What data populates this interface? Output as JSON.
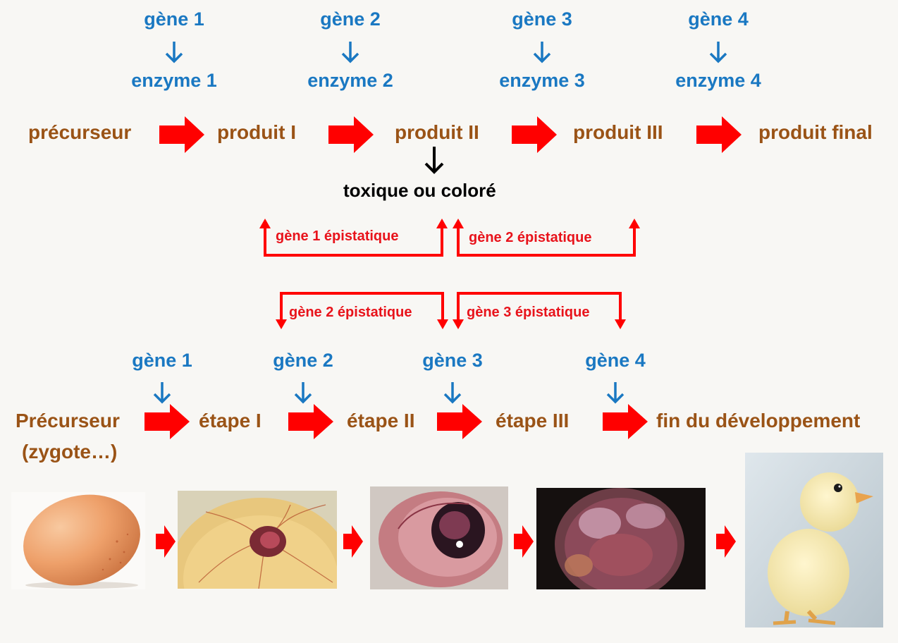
{
  "pathway": {
    "genes": [
      "gène 1",
      "gène 2",
      "gène 3",
      "gène 4"
    ],
    "enzymes": [
      "enzyme 1",
      "enzyme 2",
      "enzyme 3",
      "enzyme 4"
    ],
    "products": [
      "précurseur",
      "produit I",
      "produit II",
      "produit III",
      "produit final"
    ],
    "side_product": "toxique ou coloré"
  },
  "epistasis": {
    "upper": [
      "gène 1 épistatique",
      "gène 2 épistatique"
    ],
    "lower": [
      "gène 2 épistatique",
      "gène 3 épistatique"
    ]
  },
  "development": {
    "genes": [
      "gène 1",
      "gène 2",
      "gène 3",
      "gène 4"
    ],
    "precursor": "Précurseur",
    "precursor_note": "(zygote…)",
    "stages": [
      "étape I",
      "étape II",
      "étape  III",
      "fin du développement"
    ]
  },
  "photos": [
    "egg-photo",
    "embryo-stage-1-photo",
    "embryo-stage-2-photo",
    "embryo-stage-3-photo",
    "chick-photo"
  ],
  "colors": {
    "gene_blue": "#1a78c2",
    "product_brown": "#9a5316",
    "arrow_red": "#ff0000",
    "epistasis_red": "#e8131b"
  }
}
